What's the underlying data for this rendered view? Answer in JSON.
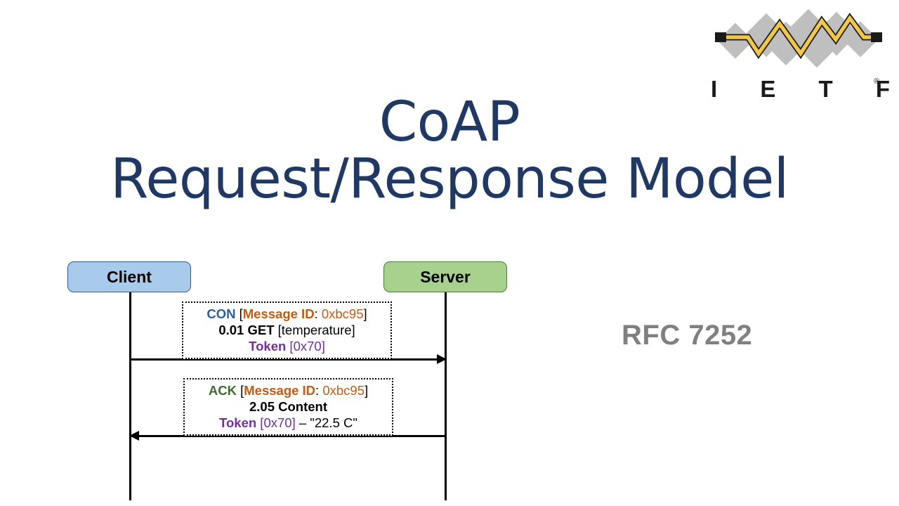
{
  "slide": {
    "title_line1": "CoAP",
    "title_line2": "Request/Response Model",
    "title_color": "#1F3864",
    "background": "#ffffff"
  },
  "logo": {
    "name": "ietf-logo",
    "wordmark": "I E T F",
    "registered_mark": "®",
    "diamond_color": "#BFBFBF",
    "zigzag_color": "#F2C744",
    "endcap_color": "#1a1a1a"
  },
  "diagram": {
    "type": "sequence-diagram",
    "actors": [
      {
        "id": "client",
        "label": "Client",
        "fill": "#A8CBEC",
        "stroke": "#2E5C8A"
      },
      {
        "id": "server",
        "label": "Server",
        "fill": "#A9D18E",
        "stroke": "#4A7C2F"
      }
    ],
    "messages": [
      {
        "id": "request",
        "direction": "client-to-server",
        "line1": {
          "type": "CON",
          "type_color": "#2E5C9E",
          "open": " [",
          "field": "Message ID",
          "field_color": "#C55A11",
          "sep": ": ",
          "value": "0xbc95",
          "close": "]"
        },
        "line2": {
          "code": "0.01 GET",
          "detail": " [temperature]"
        },
        "line3": {
          "label": "Token",
          "label_color": "#7030A0",
          "open": " [",
          "value": "0x70",
          "close": "]"
        }
      },
      {
        "id": "response",
        "direction": "server-to-client",
        "line1": {
          "type": "ACK",
          "type_color": "#3F6B2E",
          "open": " [",
          "field": "Message ID",
          "field_color": "#C55A11",
          "sep": ": ",
          "value": "0xbc95",
          "close": "]"
        },
        "line2": {
          "code": "2.05 Content",
          "detail": ""
        },
        "line3": {
          "label": "Token",
          "label_color": "#7030A0",
          "open": " [",
          "value": "0x70",
          "close": "]",
          "payload": " – \"22.5 C\""
        }
      }
    ]
  },
  "reference": {
    "rfc_label": "RFC 7252",
    "color": "#808080"
  }
}
